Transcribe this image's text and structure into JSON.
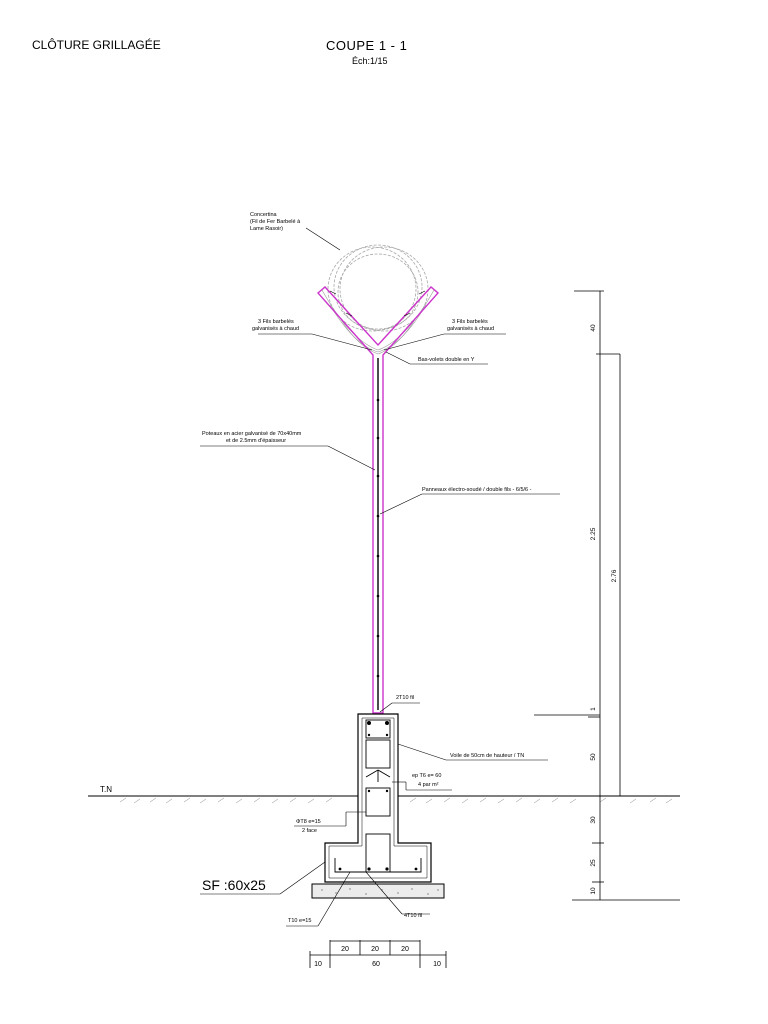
{
  "header": {
    "project": "CLÔTURE GRILLAGÉE",
    "title": "COUPE  1 - 1",
    "scale": "Éch:1/15"
  },
  "labels": {
    "concertina": [
      "Concertina",
      "(Fil de Fer Barbelé à",
      "Lame Rasoir)"
    ],
    "barbed_left": [
      "3 Fils barbelés",
      "galvanisés à chaud"
    ],
    "barbed_right": [
      "3 Fils barbelés",
      "galvanisés à chaud"
    ],
    "y_arm": "Bas-volets double en Y",
    "post": [
      "Poteaux en acier galvanisé de 70x40mm",
      "et de 2.5mm d'épaisseur"
    ],
    "panels": "Panneaux électro-soudé / double fils - 6/5/6 -",
    "anchor": "2T10 fil",
    "wall": "Voile de 50cm de hauteur / TN",
    "ep": [
      "ep T6 e= 60",
      "4 par m²"
    ],
    "pt8": [
      "ΦT8 e=15",
      "2 face"
    ],
    "ground": "T.N",
    "footing": "SF :60x25",
    "t10": "T10 e=15",
    "bottom_bars": "4T10 fil"
  },
  "dimensions": {
    "right_segments": [
      "40",
      "2.25",
      "1",
      "50",
      "30",
      "25",
      "10"
    ],
    "overall": "2.76",
    "bottom_top": [
      "20",
      "20",
      "20"
    ],
    "bottom_main": [
      "10",
      "60",
      "10"
    ]
  },
  "colors": {
    "post": "#cc33cc",
    "line": "#000000",
    "wire": "#a0a0a0"
  }
}
